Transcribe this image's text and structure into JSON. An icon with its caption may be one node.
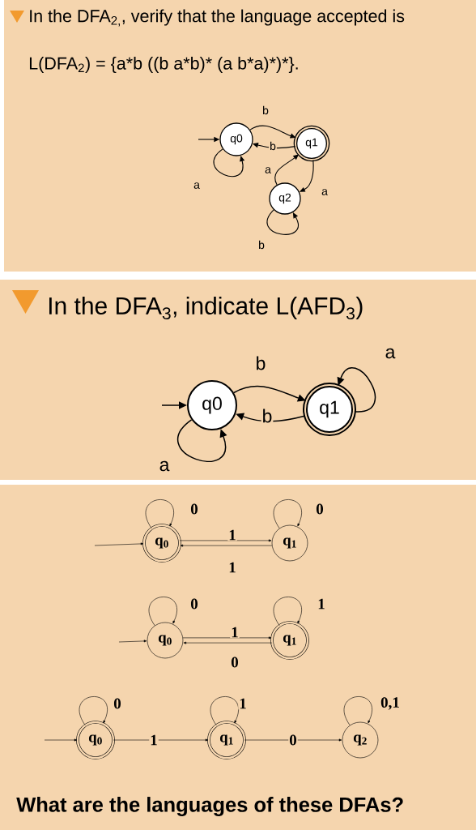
{
  "diagram": {
    "nodes": [
      {
        "text": [
          "q0"
        ]
      },
      {
        "text": [
          "q1"
        ]
      },
      {
        "text": [
          "q2"
        ]
      },
      {
        "text": [
          "q0"
        ]
      },
      {
        "text": [
          "q1"
        ]
      },
      {
        "text": [
          "q$_{0}$"
        ]
      },
      {
        "text": [
          "q$_{1}$"
        ]
      },
      {
        "text": [
          "q$_{0}$"
        ]
      },
      {
        "text": [
          "q$_{1}$"
        ]
      },
      {
        "text": [
          "q$_{0}$"
        ]
      },
      {
        "text": [
          "q$_{1}$"
        ]
      },
      {
        "text": [
          "q$_{2}$"
        ]
      }
    ],
    "edges": [
      {
        "from": null,
        "to": 0,
        "arrow": "to"
      },
      {
        "from": 0,
        "to": 0,
        "arrow": "to",
        "label": "a"
      },
      {
        "from": 0,
        "to": 1,
        "arrow": "to",
        "label": "b"
      },
      {
        "from": 1,
        "to": 0,
        "arrow": "to",
        "label": "b"
      },
      {
        "from": 2,
        "to": 1,
        "arrow": "to",
        "label": "a"
      },
      {
        "from": 1,
        "to": 2,
        "arrow": "to",
        "label": "a"
      },
      {
        "from": 2,
        "to": 2,
        "arrow": "to",
        "label": "b"
      },
      {
        "from": null,
        "to": 3,
        "arrow": "to"
      },
      {
        "from": 3,
        "to": 3,
        "arrow": "to",
        "label": "a"
      },
      {
        "from": 3,
        "to": 4,
        "arrow": "to",
        "label": "b"
      },
      {
        "from": 4,
        "to": 3,
        "arrow": "to",
        "label": "b"
      },
      {
        "from": 4,
        "to": 4,
        "arrow": "to",
        "label": "a"
      },
      {
        "from": null,
        "to": 5,
        "arrow": "to"
      },
      {
        "from": 5,
        "to": 5,
        "arrow": "to",
        "label": "0"
      },
      {
        "from": 5,
        "to": 6,
        "arrow": "to",
        "label": "1"
      },
      {
        "from": 6,
        "to": 5,
        "arrow": "to",
        "label": "1"
      },
      {
        "from": 6,
        "to": 6,
        "arrow": "to",
        "label": "0"
      },
      {
        "from": null,
        "to": 7,
        "arrow": "to"
      },
      {
        "from": 7,
        "to": 7,
        "arrow": "to",
        "label": "0"
      },
      {
        "from": 7,
        "to": 8,
        "arrow": "to",
        "label": "1"
      },
      {
        "from": 8,
        "to": 7,
        "arrow": "to",
        "label": "0"
      },
      {
        "from": 8,
        "to": 8,
        "arrow": "to",
        "label": "1"
      },
      {
        "from": null,
        "to": 9,
        "arrow": "to"
      },
      {
        "from": 9,
        "to": 9,
        "arrow": "to",
        "label": "0"
      },
      {
        "from": 9,
        "to": 10,
        "arrow": "to",
        "label": "1"
      },
      {
        "from": 10,
        "to": 11,
        "arrow": "to",
        "label": "0"
      },
      {
        "from": 10,
        "to": 10,
        "arrow": "to",
        "label": "1"
      },
      {
        "from": 11,
        "to": 11,
        "arrow": "to",
        "label": "0,1"
      }
    ],
    "labels": [
      "In the DFA$_{2,}$, verify that the language accepted is",
      "L(DFA$_{2}$) = {a*b ((b a*b)* (a b*a)*)*}.",
      "In the DFA$_{3}$, indicate L(AFD$_{3}$)",
      "What are the languages of these DFAs?"
    ]
  }
}
